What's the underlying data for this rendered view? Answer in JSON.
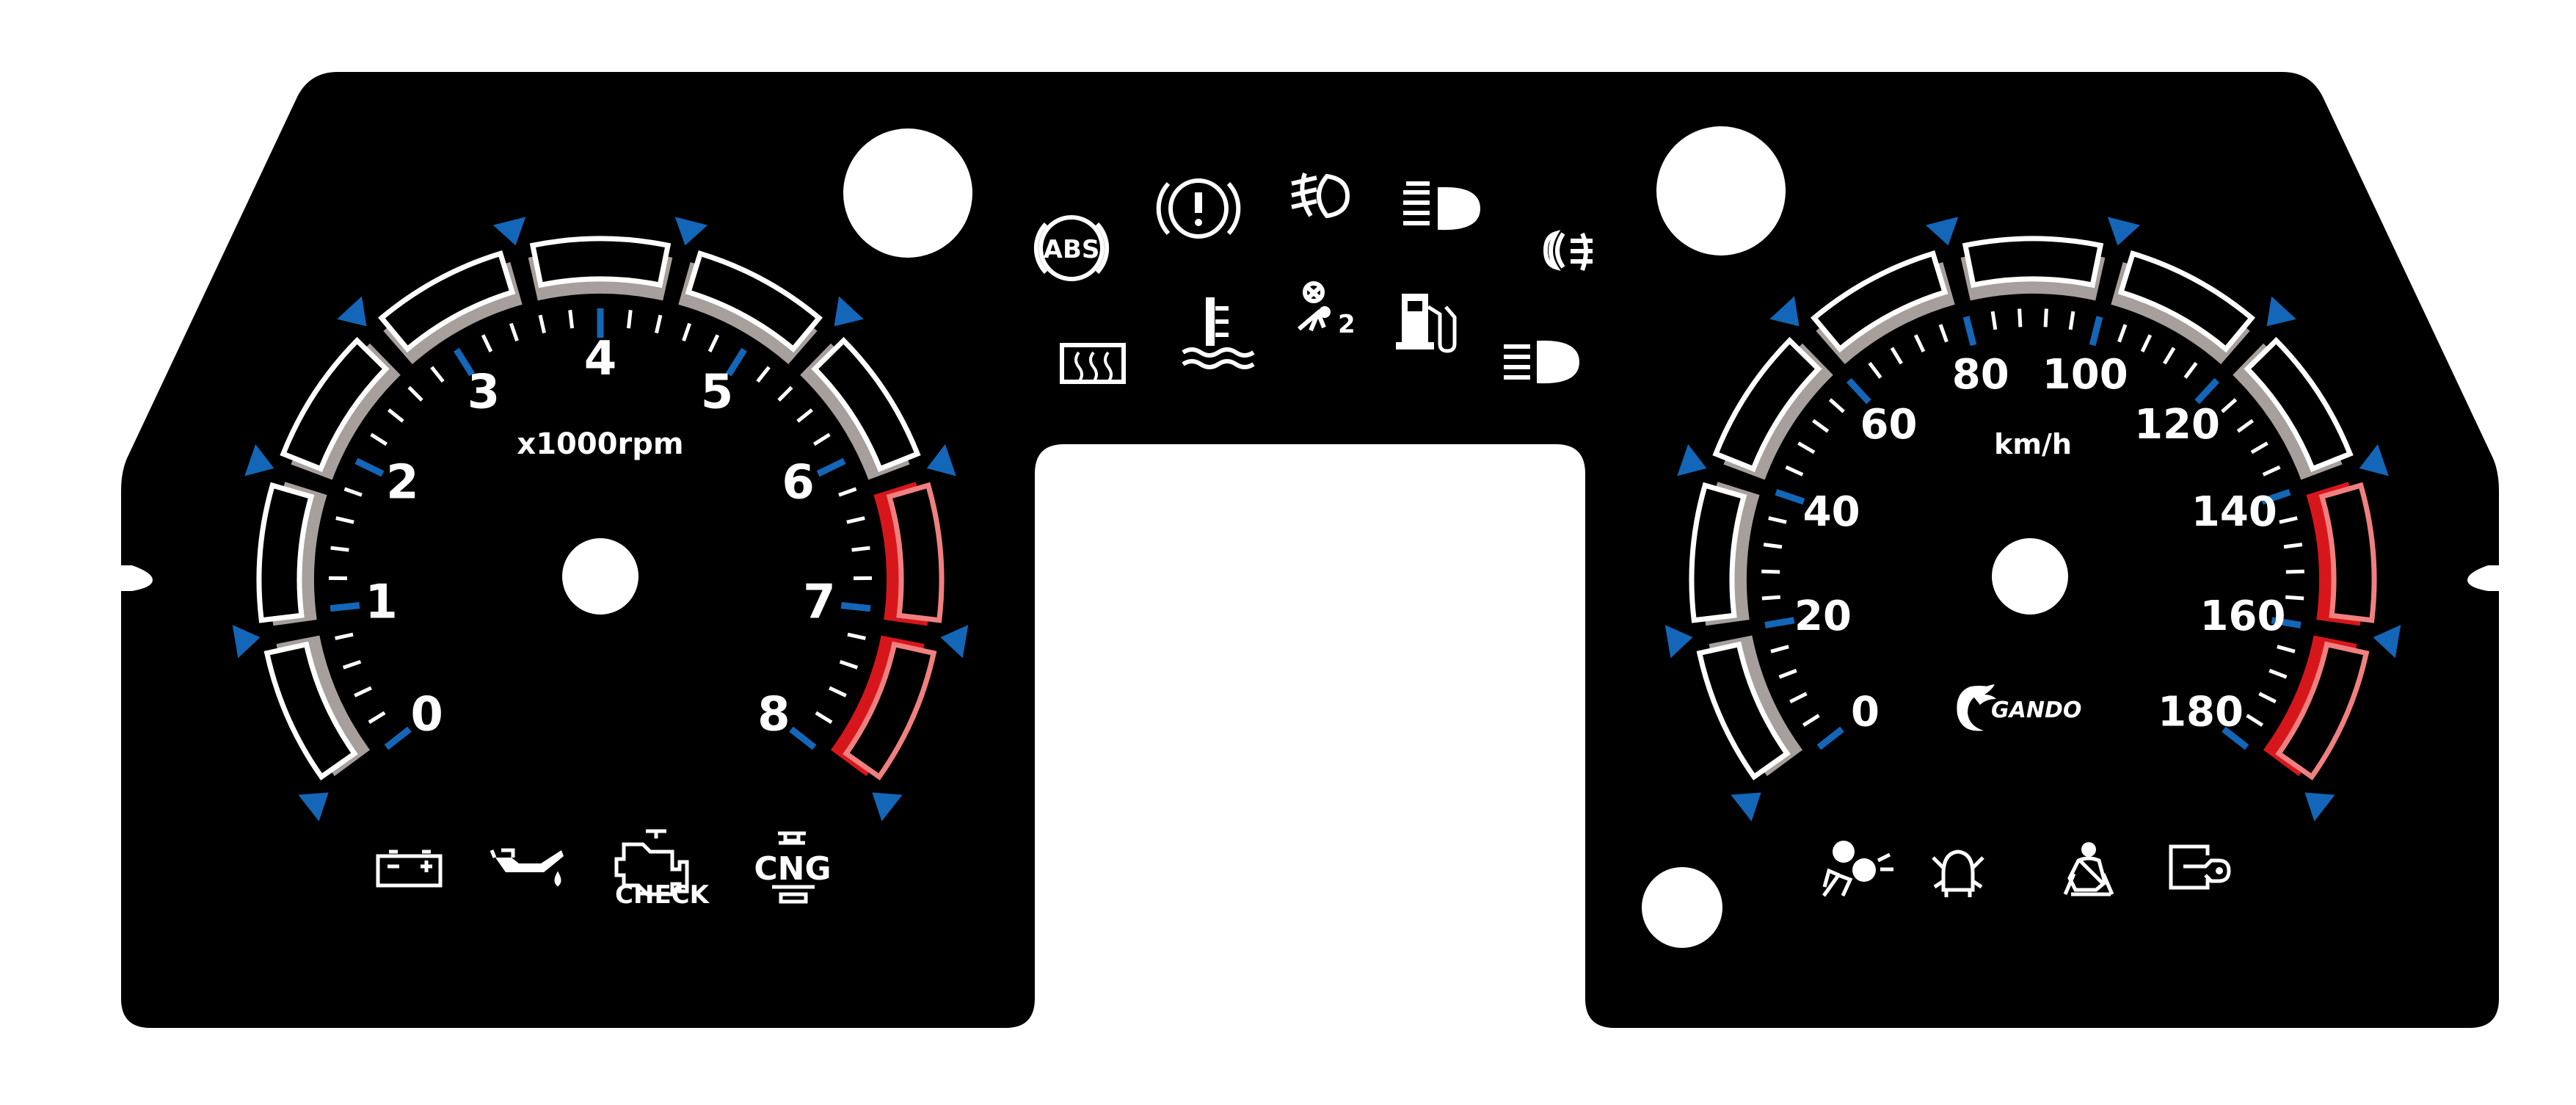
{
  "colors": {
    "panel": "#000000",
    "background": "#ffffff",
    "accent_blue": "#1466b8",
    "segment_gray": "#a79f9c",
    "segment_red": "#d7161b",
    "redline_outline": "#f08080",
    "hex_glow": "#1b4f9a"
  },
  "tachometer": {
    "numerals": [
      "0",
      "1",
      "2",
      "3",
      "4",
      "5",
      "6",
      "7",
      "8"
    ],
    "unit_label": "x1000rpm",
    "max_value": 8,
    "redline_from": 6.5
  },
  "speedometer": {
    "numerals": [
      "0",
      "20",
      "40",
      "60",
      "80",
      "100",
      "120",
      "140",
      "160",
      "180"
    ],
    "unit_label": "km/h",
    "max_value": 180,
    "redline_from": 145,
    "brand_label": "GANDO"
  },
  "warning_lights": {
    "top_row": [
      "abs-icon",
      "brake-warning-icon",
      "front-fog-icon",
      "high-beam-icon",
      "rear-fog-icon"
    ],
    "middle_row": [
      "rear-defrost-icon",
      "coolant-temp-icon",
      "airbag-off-icon",
      "fuel-icon",
      "low-beam-icon"
    ],
    "abs_label": "ABS",
    "airbag_index": "2"
  },
  "bottom_left_icons": {
    "items": [
      "battery-icon",
      "oil-pressure-icon",
      "check-engine-icon",
      "cng-icon"
    ],
    "check_label": "CHECK",
    "cng_label": "CNG"
  },
  "bottom_right_icons": {
    "items": [
      "airbag-icon",
      "door-open-icon",
      "seatbelt-icon",
      "immobilizer-key-icon"
    ]
  }
}
